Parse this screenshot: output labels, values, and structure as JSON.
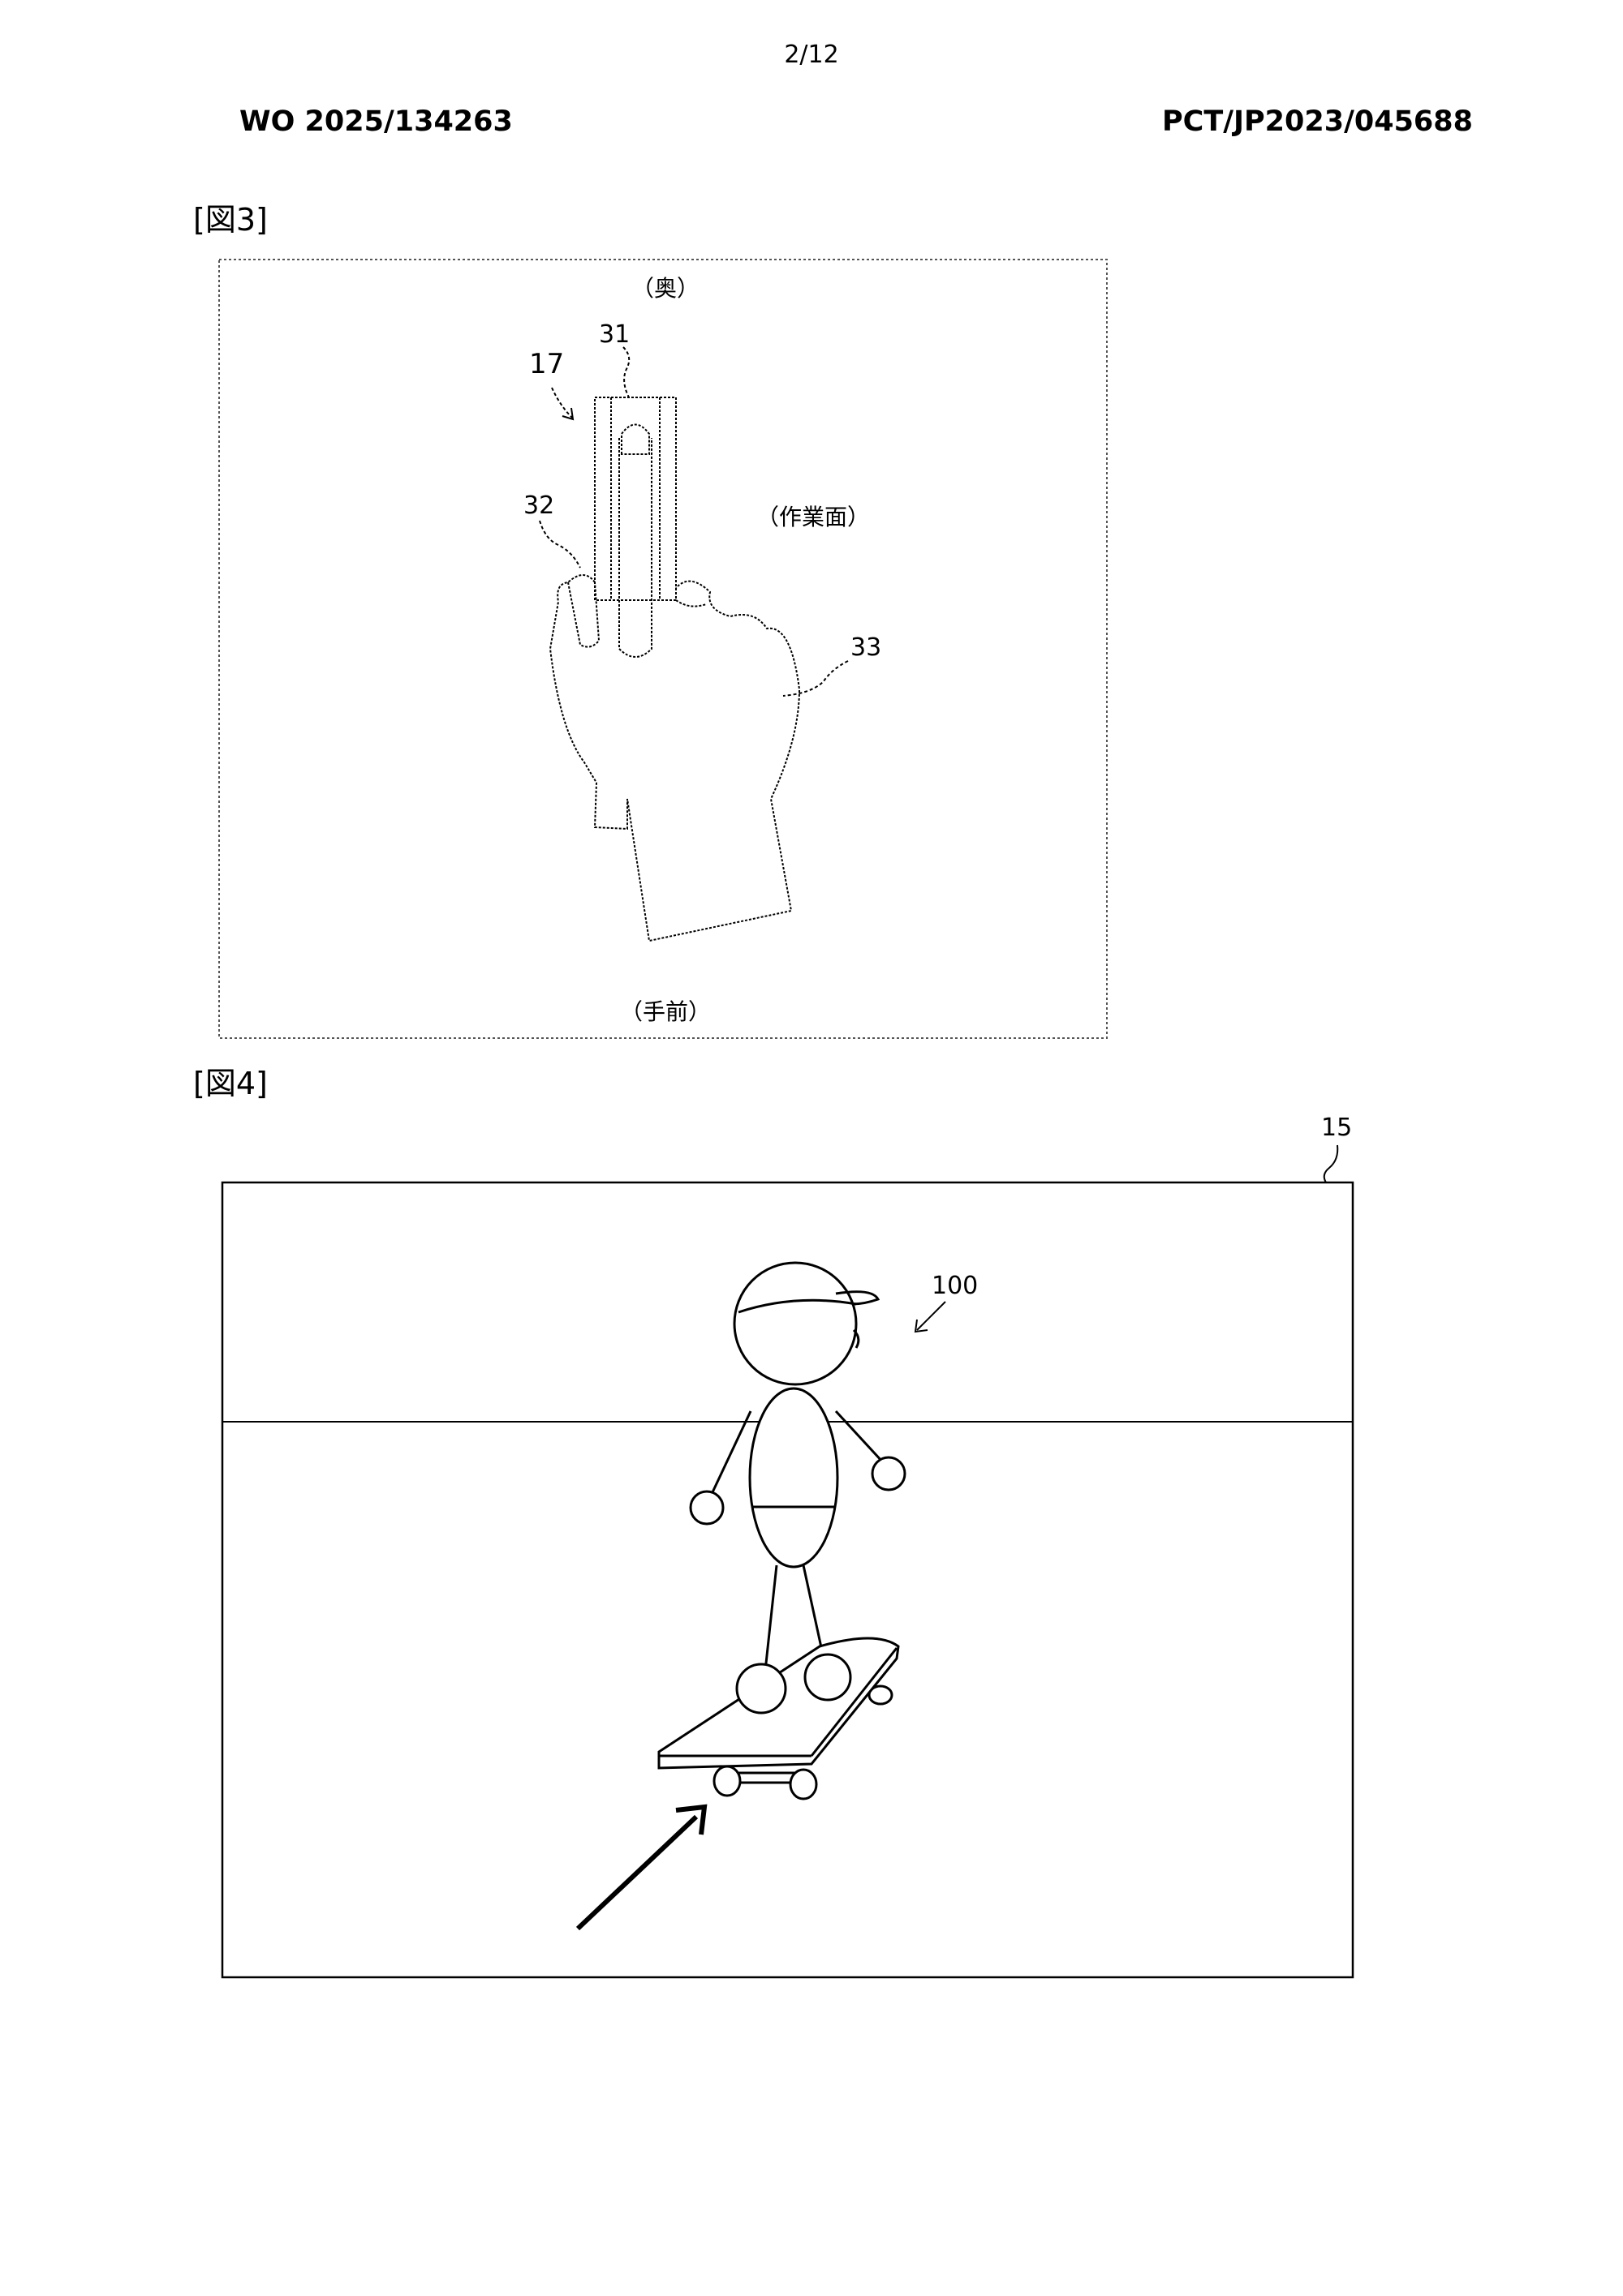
{
  "header": {
    "page_number": "2/12",
    "publication_number": "WO 2025/134263",
    "application_number": "PCT/JP2023/045688"
  },
  "figure3": {
    "label": "[図3]",
    "top_text": "（奥）",
    "bottom_text": "（手前）",
    "surface_text": "（作業面）",
    "ref_17": "17",
    "ref_31": "31",
    "ref_32": "32",
    "ref_33": "33"
  },
  "figure4": {
    "label": "[図4]",
    "ref_15": "15",
    "ref_100": "100"
  },
  "colors": {
    "ink": "#000000",
    "paper": "#ffffff",
    "dotted_border": "#555555"
  }
}
